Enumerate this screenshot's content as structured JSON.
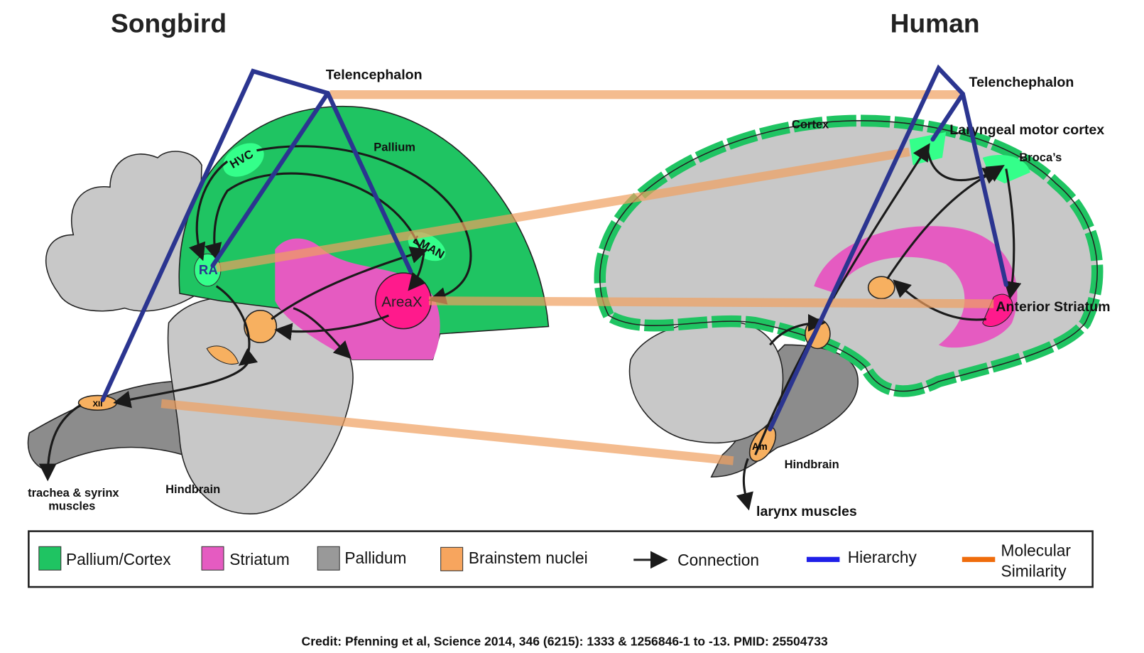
{
  "titles": {
    "left": "Songbird",
    "right": "Human"
  },
  "songbird_labels": {
    "telencephalon": "Telencephalon",
    "pallium": "Pallium",
    "hvc": "HVC",
    "ra": "RA",
    "lman": "LMAN",
    "areax": "AreaX",
    "xii": "XII",
    "hindbrain": "Hindbrain",
    "muscles_line1": "trachea & syrinx",
    "muscles_line2": "muscles"
  },
  "human_labels": {
    "telencephalon": "Telenchephalon",
    "cortex": "Cortex",
    "laryngeal": "Laryngeal motor cortex",
    "brocas": "Broca’s",
    "anterior_striatum": "Anterior Striatum",
    "am": "Am",
    "hindbrain": "Hindbrain",
    "muscles": "larynx muscles"
  },
  "legend": [
    {
      "label": "Pallium/Cortex",
      "color": "#1fc462"
    },
    {
      "label": "Striatum",
      "color": "#e55bc1"
    },
    {
      "label": "Pallidum",
      "color": "#999999"
    },
    {
      "label": "Brainstem nuclei",
      "color": "#f7a55e"
    },
    {
      "label": "Connection",
      "color": "#1a1a1a"
    },
    {
      "label": "Hierarchy",
      "color": "#1f1fe8"
    },
    {
      "label_line1": "Molecular",
      "label_line2": "Similarity",
      "color": "#ef6c0c"
    }
  ],
  "credit": "Credit: Pfenning et al, Science 2014, 346 (6215): 1333 & 1256846-1 to -13. PMID: 25504733"
}
